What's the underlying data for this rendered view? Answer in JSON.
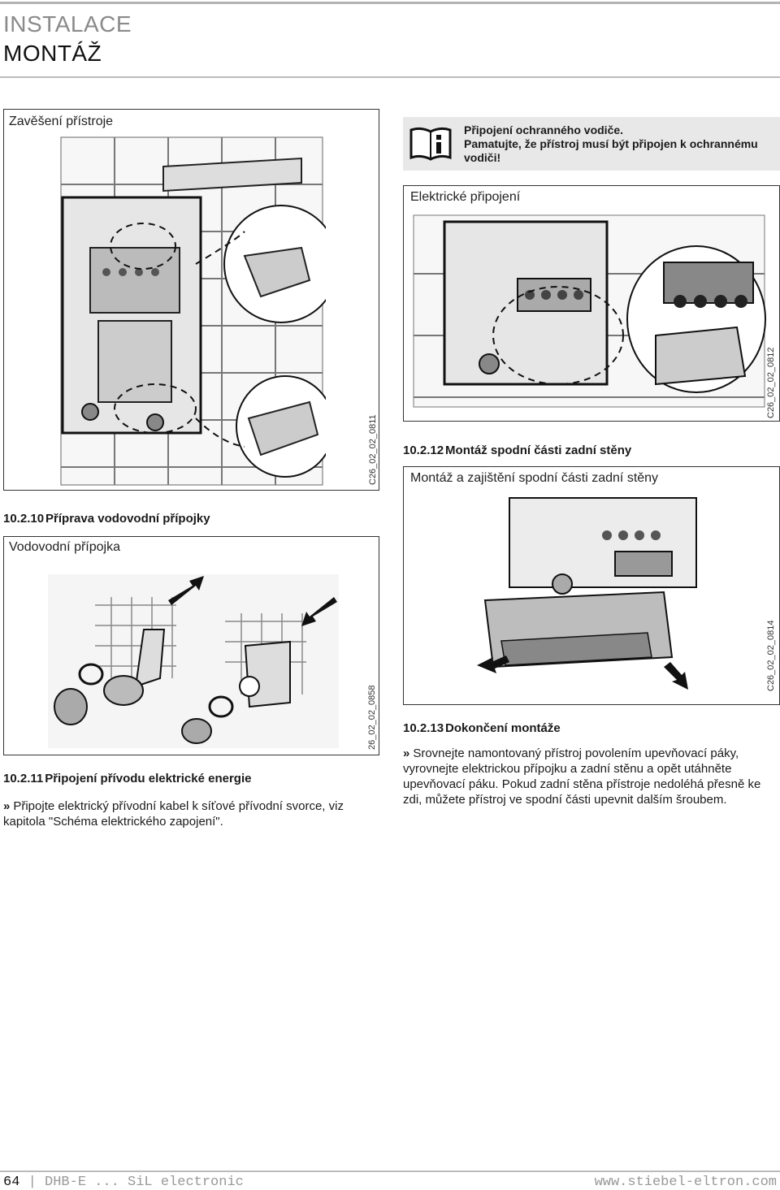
{
  "header": {
    "category": "INSTALACE",
    "title": "MONTÁŽ"
  },
  "fig_hang": {
    "caption": "Zavěšení přístroje",
    "code": "C26_02_02_0811"
  },
  "info": {
    "title": "Připojení ochranného vodiče.",
    "text": "Pamatujte, že přístroj musí být připojen k ochrannému vodiči!",
    "icon": "info-book-icon"
  },
  "fig_elec": {
    "caption": "Elektrické připojení",
    "code": "C26_02_02_0812"
  },
  "sec_10_2_10": {
    "num": "10.2.10",
    "title": "Příprava vodovodní přípojky"
  },
  "fig_water": {
    "caption": "Vodovodní přípojka",
    "code": "26_02_02_0858"
  },
  "sec_10_2_11": {
    "num": "10.2.11",
    "title": "Připojení přívodu elektrické energie",
    "bullet": "»",
    "text": "Připojte elektrický přívodní kabel k síťové přívodní svorce, viz kapitola \"Schéma elektrického zapojení\"."
  },
  "sec_10_2_12": {
    "num": "10.2.12",
    "title": "Montáž spodní části zadní stěny"
  },
  "fig_back": {
    "caption": "Montáž a zajištění spodní části zadní stěny",
    "code": "C26_02_02_0814"
  },
  "sec_10_2_13": {
    "num": "10.2.13",
    "title": "Dokončení montáže",
    "bullet": "»",
    "text": "Srovnejte namontovaný přístroj povolením upevňovací páky, vyrovnejte elektrickou přípojku a zadní stěnu a opět utáhněte upevňovací páku. Pokud zadní stěna přístroje nedoléhá přesně ke zdi, můžete přístroj ve spodní části upevnit dalším šroubem."
  },
  "footer": {
    "page": "64",
    "separator": "|",
    "product": "DHB-E ... SiL electronic",
    "url": "www.stiebel-eltron.com"
  }
}
